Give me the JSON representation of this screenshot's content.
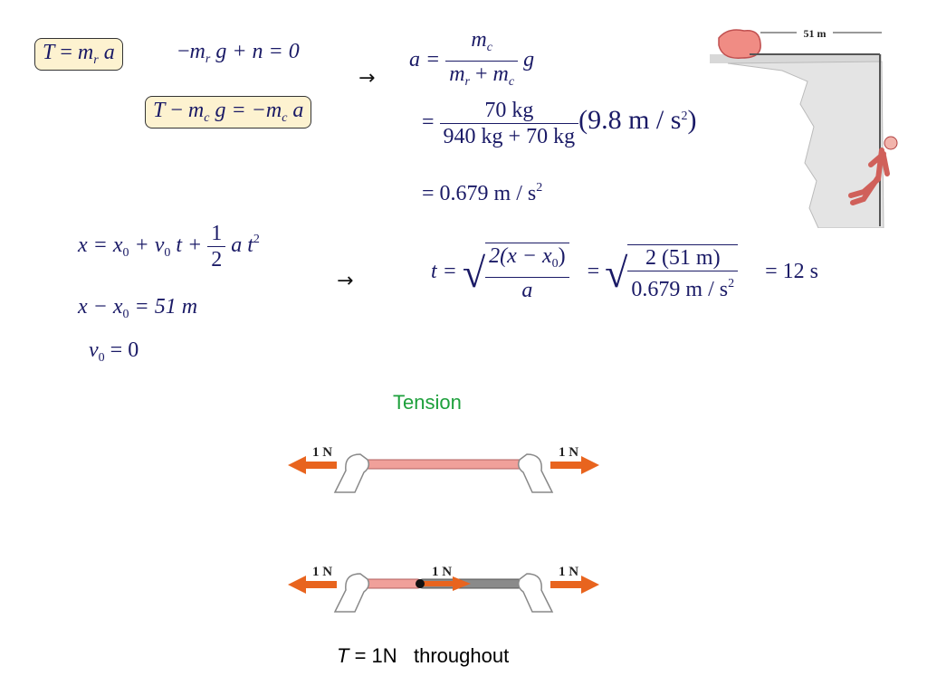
{
  "equations": {
    "eq_T_mr_a": {
      "T": "T",
      "eq": " = ",
      "m": "m",
      "r": "r",
      "a": " a"
    },
    "eq_normal": {
      "neg": "−",
      "m": "m",
      "r": "r",
      "rest": " g + n = 0"
    },
    "eq_T_mc": {
      "T": "T",
      "minus": " − ",
      "m": "m",
      "c": "c",
      "mid": " g = −",
      "m2": "m",
      "c2": "c",
      "a": " a"
    },
    "arrow1": "→",
    "eq_a_formula": {
      "lhs": "a =",
      "num_m": "m",
      "num_c": "c",
      "den_m1": "m",
      "den_r": "r",
      "den_plus": " + ",
      "den_m2": "m",
      "den_c": "c",
      "g": " g"
    },
    "eq_a_numeric": {
      "eq": "=",
      "num": "70 kg",
      "den": "940 kg + 70 kg",
      "paren": "(9.8 m / s",
      "sq": "2",
      "close": ")"
    },
    "eq_a_result": {
      "text": "= 0.679 m / s",
      "sq": "2"
    },
    "eq_kinematics": {
      "lhs": "x = x",
      "s0": "0",
      "p1": " + v",
      "s1": "0",
      "p2": " t + ",
      "half_num": "1",
      "half_den": "2",
      "p3": " a t",
      "sq": "2"
    },
    "eq_disp": {
      "lhs": "x − x",
      "s0": "0",
      "rhs": " = 51 m"
    },
    "eq_v0": {
      "v": "v",
      "s0": "0",
      "rhs": " = 0"
    },
    "arrow2": "→",
    "eq_t": {
      "lhs": "t =",
      "num": "2(x − x",
      "num_s": "0",
      "num_close": ")",
      "den": "a",
      "eq2": "=",
      "num2": "2 (51 m)",
      "den2": "0.679 m / s",
      "den2_sq": "2",
      "result": "= 12 s"
    }
  },
  "figure_climber": {
    "distance_label": "51 m"
  },
  "tension": {
    "title": "Tension",
    "diagram1": {
      "left_force": "1 N",
      "right_force": "1 N"
    },
    "diagram2": {
      "left_force": "1 N",
      "mid_force": "1 N",
      "right_force": "1 N"
    },
    "caption_T": "T",
    "caption_rest": " = 1N   throughout"
  },
  "colors": {
    "math": "#1a1a66",
    "box_fill": "#fdf2d0",
    "arrow_orange": "#e8641e",
    "rope_pink": "#f0a09a",
    "rope_gray": "#8a8a8a",
    "title_green": "#1ea03c"
  }
}
